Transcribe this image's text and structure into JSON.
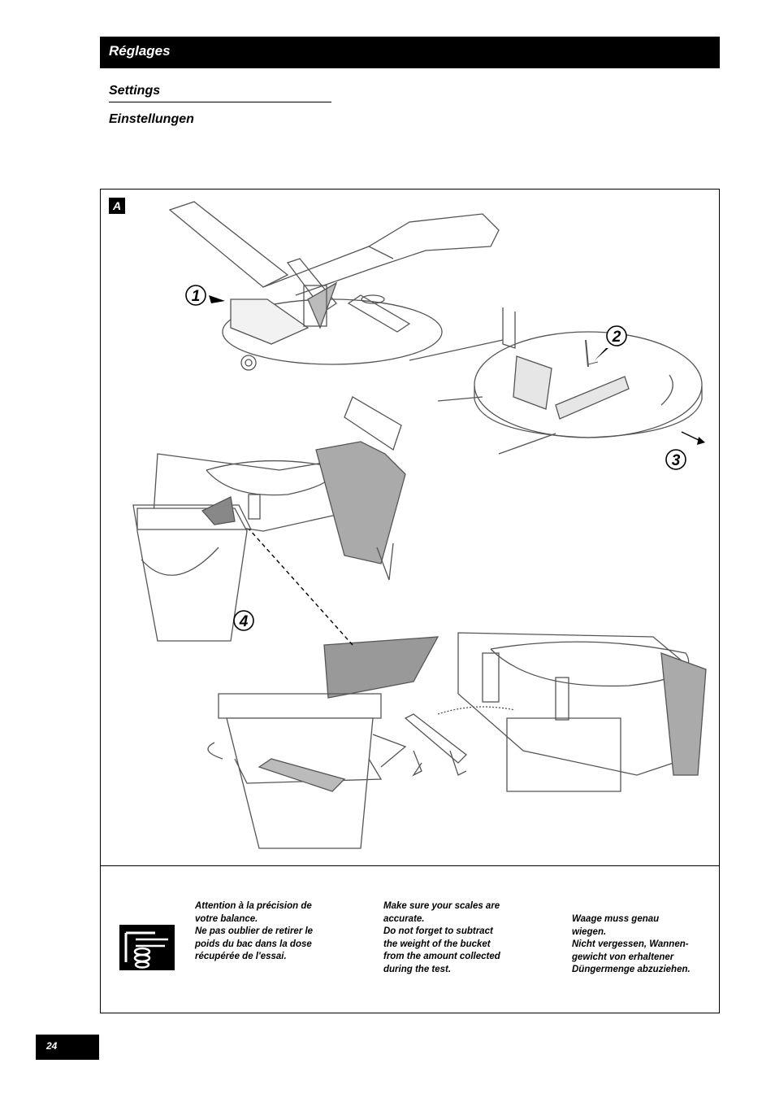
{
  "header": {
    "title": "Réglages"
  },
  "subtitles": {
    "english": "Settings",
    "german": "Einstellungen"
  },
  "figure": {
    "label": "A",
    "callouts": [
      "1",
      "2",
      "3",
      "4"
    ]
  },
  "note": {
    "icon": "scale-hand-icon",
    "french": [
      "Attention à la précision de",
      "votre balance.",
      "Ne pas oublier de retirer le",
      "poids du bac dans la dose",
      "récupérée de l'essai."
    ],
    "english": [
      "Make sure your scales are",
      "accurate.",
      "Do not forget to subtract",
      "the weight of the bucket",
      "from the amount collected",
      "during the test."
    ],
    "german": [
      "Waage muss genau",
      "wiegen.",
      "Nicht vergessen, Wannen-",
      "gewicht von erhaltener",
      "Düngermenge abzuziehen."
    ]
  },
  "page_number": "24"
}
